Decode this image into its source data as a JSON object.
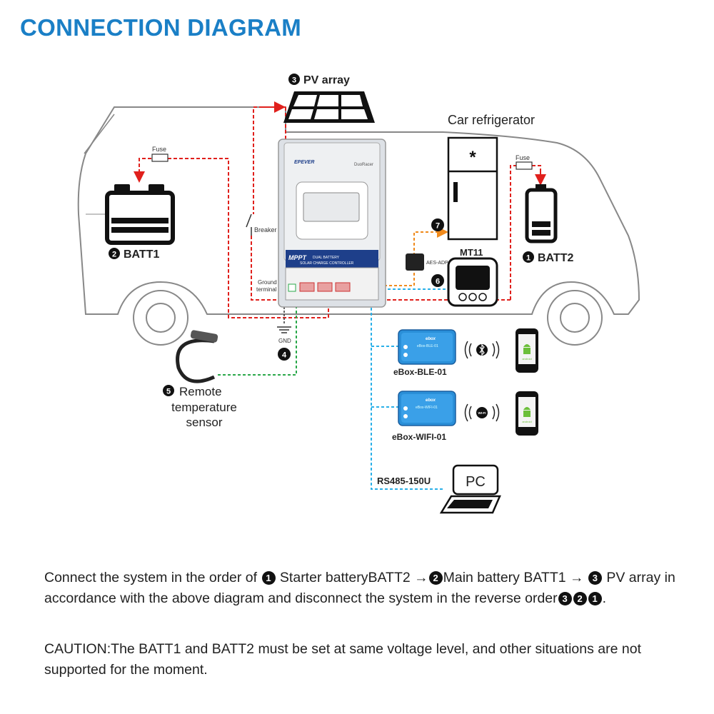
{
  "title": "CONNECTION DIAGRAM",
  "labels": {
    "pv_array": "PV array",
    "car_refrigerator": "Car refrigerator",
    "batt1": "BATT1",
    "batt2": "BATT2",
    "fuse_left": "Fuse",
    "fuse_right": "Fuse",
    "breaker": "Breaker",
    "ground_terminal_1": "Ground",
    "ground_terminal_2": "terminal",
    "gnd": "GND",
    "mt11": "MT11",
    "aes_adp": "AES-ADP",
    "remote_sensor_1": "Remote",
    "remote_sensor_2": "temperature",
    "remote_sensor_3": "sensor",
    "ebox_ble": "eBox-BLE-01",
    "ebox_wifi": "eBox-WIFI-01",
    "rs485": "RS485-150U",
    "pc": "PC",
    "controller_brand": "EPEVER",
    "controller_model": "DuoRacer",
    "controller_mppt": "MPPT",
    "controller_sub1": "DUAL BATTERY",
    "controller_sub2": "SOLAR CHARGE CONTROLLER",
    "ebox_ble_brand": "ebox",
    "ebox_wifi_brand": "ebox",
    "ble_device_text": "eBox-BLE-01",
    "wifi_device_text": "eBox-WIFI-01",
    "wifi_badge": "WI-FI",
    "android_1": "android",
    "android_2": "android"
  },
  "numbers": {
    "n1": "1",
    "n2": "2",
    "n3": "3",
    "n4": "4",
    "n5": "5",
    "n6": "6",
    "n7": "7"
  },
  "instructions": {
    "p1_a": "Connect the system in the order of",
    "p1_b": "Starter batteryBATT2 →",
    "p1_c": "Main battery BATT1 →",
    "p1_d": "PV array in accordance with the above diagram and disconnect the system in the reverse order",
    "p1_e": ".",
    "caution": "CAUTION:The BATT1 and BATT2 must be set at same voltage level, and other situations are not supported for the moment."
  },
  "colors": {
    "title": "#1a7fc6",
    "power_wire": "#e0201c",
    "sensor_wire": "#2aa84a",
    "comm_wire": "#2ab0e8",
    "adapter_wire": "#f08a1c",
    "ebox": "#2a8fd8"
  }
}
